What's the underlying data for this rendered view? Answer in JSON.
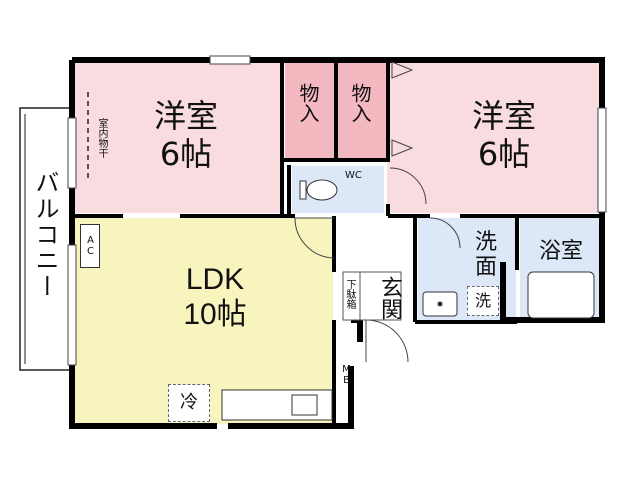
{
  "rooms": {
    "western_left": {
      "name": "洋室",
      "size": "6帖",
      "color": "#f8dce0"
    },
    "western_right": {
      "name": "洋室",
      "size": "6帖",
      "color": "#f8dce0"
    },
    "storage_left": {
      "name": "物入",
      "color": "#f4b8c0"
    },
    "storage_right": {
      "name": "物入",
      "color": "#f4b8c0"
    },
    "ldk": {
      "name": "LDK",
      "size": "10帖",
      "color": "#f7f5bd"
    },
    "washroom": {
      "name": "洗面",
      "color": "#dce8f7"
    },
    "bathroom": {
      "name": "浴室",
      "color": "#dce8f7"
    },
    "toilet": {
      "name": "WC",
      "color": "#dce8f7"
    },
    "entrance": {
      "name": "玄関"
    },
    "shoe_box": {
      "name": "下駄箱"
    }
  },
  "fixtures": {
    "balcony": "バルコニー",
    "indoor_drying": "室内物干",
    "air_conditioner": "AC",
    "refrigerator": "冷",
    "washer": "洗",
    "meter_box": "MB"
  },
  "colors": {
    "wall": "#000000",
    "line": "#333333",
    "background": "#ffffff"
  }
}
